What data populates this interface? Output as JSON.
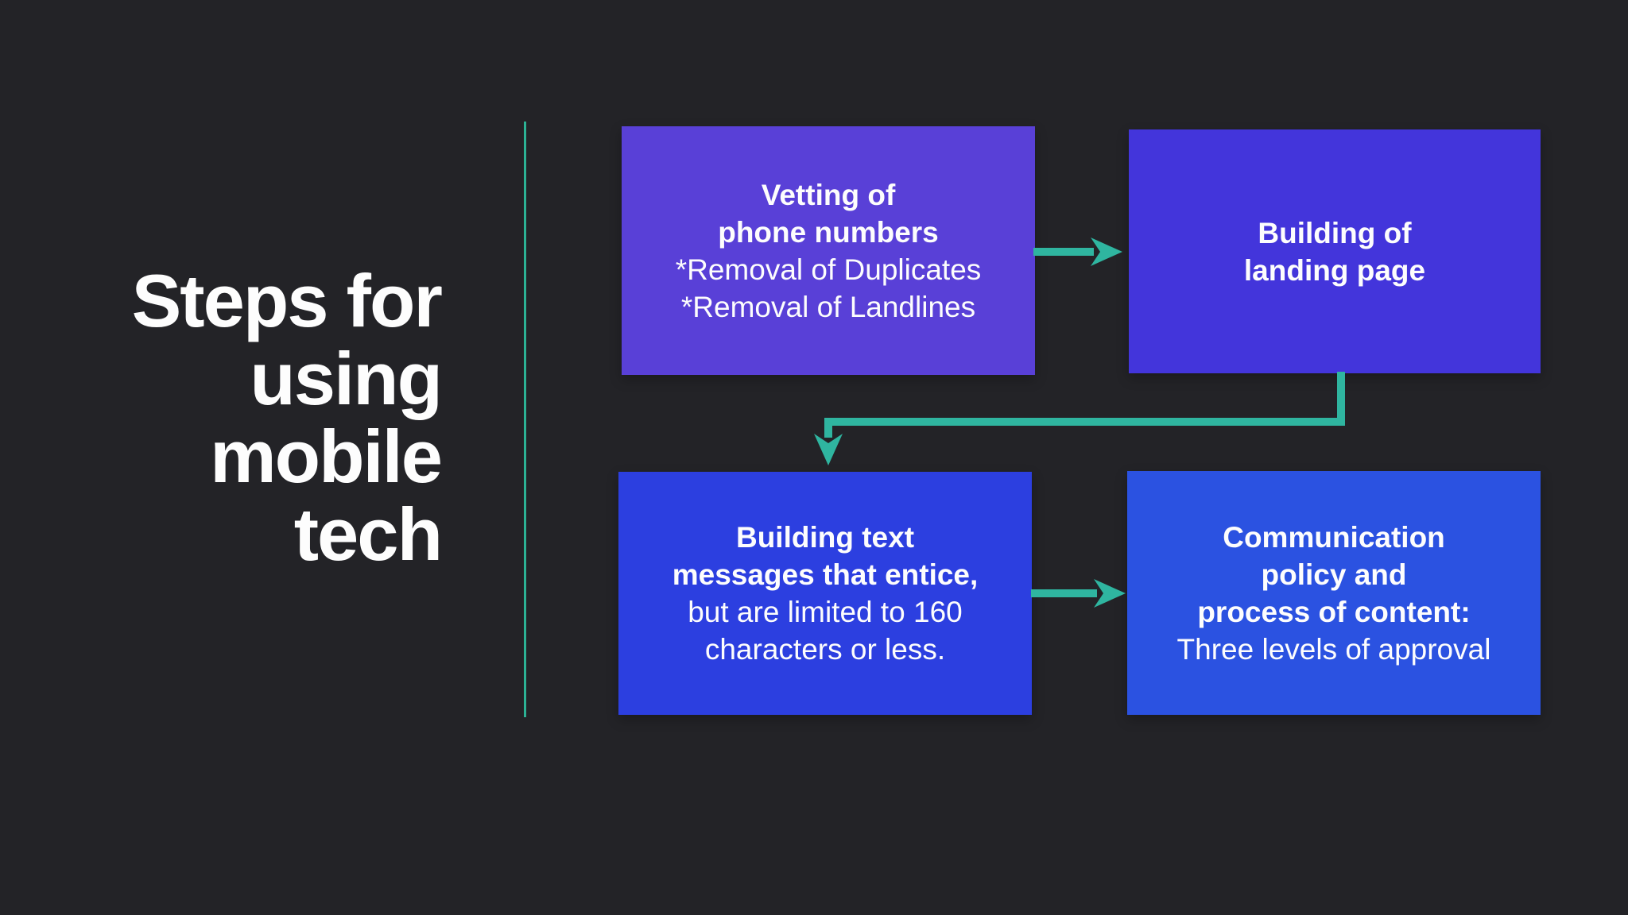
{
  "slide": {
    "title_lines": [
      "Steps for",
      "using",
      "mobile",
      "tech"
    ]
  },
  "palette": {
    "bg": "#232327",
    "text": "#fdfdfd",
    "accent-teal": "#2FB5A0",
    "separator": "#2CB295",
    "box-vetting": "#5940D7",
    "box-landing": "#4335DB",
    "box-messages": "#2C3FE0",
    "box-policy": "#2B52E1"
  },
  "flow": {
    "boxes": [
      {
        "id": "vetting",
        "title_lines": [
          "Vetting of",
          "phone numbers"
        ],
        "body_lines": [
          "*Removal of Duplicates",
          "*Removal of Landlines"
        ]
      },
      {
        "id": "landing",
        "title_lines": [
          "Building of",
          "landing page"
        ],
        "body_lines": []
      },
      {
        "id": "messages",
        "title_lines": [
          "Building text",
          "messages that entice,"
        ],
        "body_lines": [
          "but are limited to 160",
          "characters or less."
        ]
      },
      {
        "id": "policy",
        "title_lines": [
          "Communication",
          "policy and",
          "process of content:"
        ],
        "body_lines": [
          "Three levels of approval"
        ]
      }
    ],
    "connections": [
      {
        "from": "vetting",
        "to": "landing",
        "style": "straight-right"
      },
      {
        "from": "landing",
        "to": "messages",
        "style": "elbow-down-left-down"
      },
      {
        "from": "messages",
        "to": "policy",
        "style": "straight-right"
      }
    ]
  }
}
